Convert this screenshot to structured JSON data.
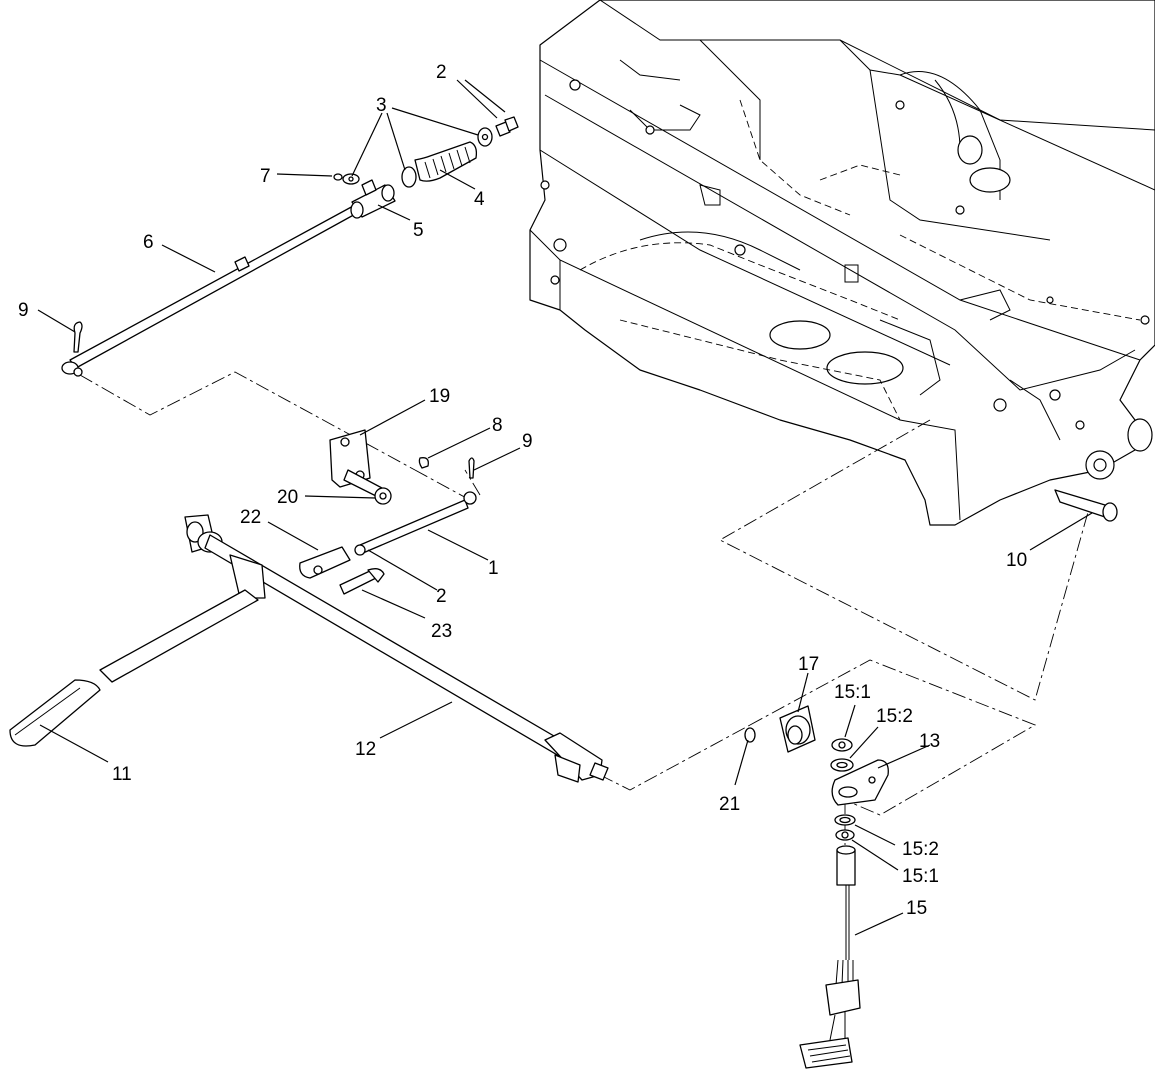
{
  "callouts": {
    "c1": "1",
    "c2a": "2",
    "c2b": "2",
    "c3": "3",
    "c4": "4",
    "c5": "5",
    "c6": "6",
    "c7": "7",
    "c8": "8",
    "c9a": "9",
    "c9b": "9",
    "c10": "10",
    "c11": "11",
    "c12": "12",
    "c13": "13",
    "c15": "15",
    "c15_1a": "15:1",
    "c15_1b": "15:1",
    "c15_2a": "15:2",
    "c15_2b": "15:2",
    "c17": "17",
    "c19": "19",
    "c20": "20",
    "c21": "21",
    "c22": "22",
    "c23": "23"
  }
}
